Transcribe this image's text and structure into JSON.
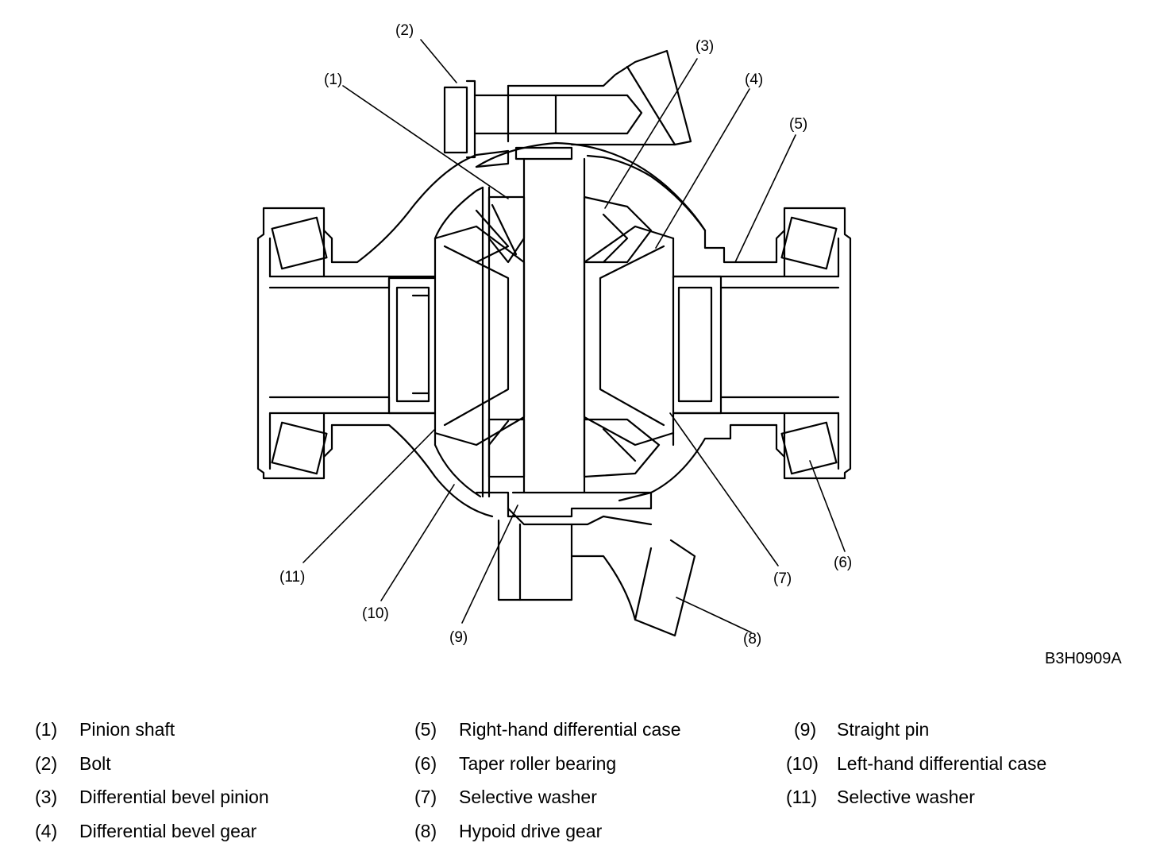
{
  "figure_code": "B3H0909A",
  "callouts": [
    {
      "num": "(1)"
    },
    {
      "num": "(2)"
    },
    {
      "num": "(3)"
    },
    {
      "num": "(4)"
    },
    {
      "num": "(5)"
    },
    {
      "num": "(6)"
    },
    {
      "num": "(7)"
    },
    {
      "num": "(8)"
    },
    {
      "num": "(9)"
    },
    {
      "num": "(10)"
    },
    {
      "num": "(11)"
    }
  ],
  "legend": [
    {
      "num": "(1)",
      "text": "Pinion shaft"
    },
    {
      "num": "(2)",
      "text": "Bolt"
    },
    {
      "num": "(3)",
      "text": "Differential bevel pinion"
    },
    {
      "num": "(4)",
      "text": "Differential bevel gear"
    },
    {
      "num": "(5)",
      "text": "Right-hand differential case"
    },
    {
      "num": "(6)",
      "text": "Taper roller bearing"
    },
    {
      "num": "(7)",
      "text": "Selective washer"
    },
    {
      "num": "(8)",
      "text": "Hypoid drive gear"
    },
    {
      "num": "(9)",
      "text": "Straight pin"
    },
    {
      "num": "(10)",
      "text": "Left-hand differential case"
    },
    {
      "num": "(11)",
      "text": "Selective washer"
    }
  ]
}
